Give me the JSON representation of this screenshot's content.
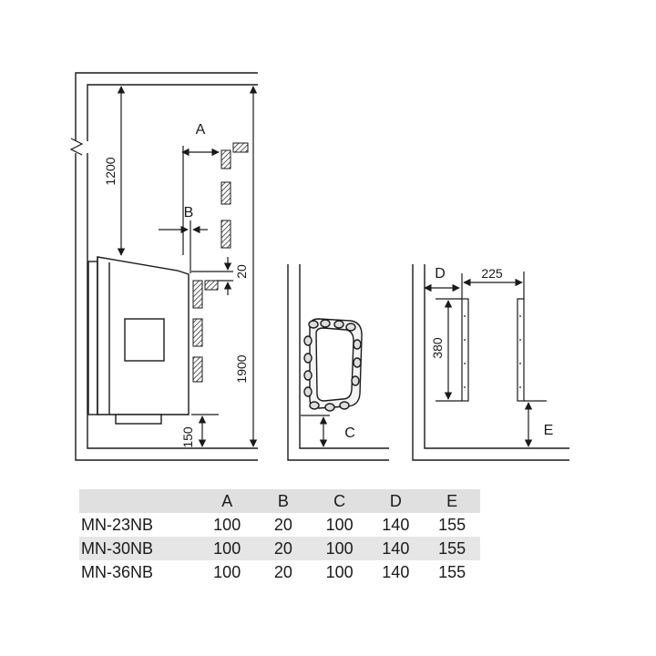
{
  "labels": {
    "a": "A",
    "b": "B",
    "c": "C",
    "d": "D",
    "e": "E"
  },
  "dimensions": {
    "ceiling_gap": "1200",
    "total_height": "1900",
    "clearance_20": "20",
    "floor_gap": "150",
    "mount_width": "225",
    "mount_height": "380"
  },
  "table": {
    "columns": [
      "A",
      "B",
      "C",
      "D",
      "E"
    ],
    "rows": [
      {
        "model": "MN-23NB",
        "values": [
          "100",
          "20",
          "100",
          "140",
          "155"
        ]
      },
      {
        "model": "MN-30NB",
        "values": [
          "100",
          "20",
          "100",
          "140",
          "155"
        ]
      },
      {
        "model": "MN-36NB",
        "values": [
          "100",
          "20",
          "100",
          "140",
          "155"
        ]
      }
    ]
  }
}
